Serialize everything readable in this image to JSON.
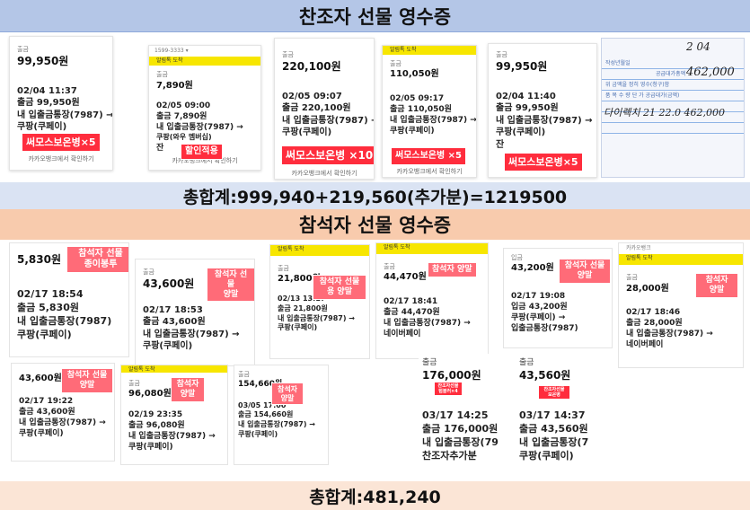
{
  "title_sponsor": "찬조자 선물 영수증",
  "total_sponsor": "총합계:999,940+219,560(추가분)=1219500",
  "title_attendee": "참석자 선물 영수증",
  "total_attendee": "총합계:481,240",
  "sponsor_receipts": [
    {
      "amount_label": "출금",
      "amount": "99,950원",
      "lines": [
        "02/04 11:37",
        "출금 99,950원",
        "내 입출금통장(7987) →",
        "쿠팡(쿠페이)"
      ],
      "sticker": "써모스보온병×5",
      "footer": "카카오뱅크에서 확인하기"
    },
    {
      "topbar": "1599-3333 ▾",
      "tab": "알림톡 도착",
      "amount_label": "출금",
      "amount": "7,890원",
      "lines": [
        "02/05 09:00",
        "출금 7,890원",
        "내 입출금통장(7987) →",
        "쿠팡(와우 멤버십)",
        "잔"
      ],
      "sticker": "할인적용",
      "footer": "카카오뱅크에서 확인하기"
    },
    {
      "amount_label": "출금",
      "amount": "220,100원",
      "lines": [
        "02/05 09:07",
        "출금 220,100원",
        "내 입출금통장(7987) →",
        "쿠팡(쿠페이)"
      ],
      "sticker": "써모스보온병 ×10",
      "footer": "카카오뱅크에서 확인하기"
    },
    {
      "tab": "알림톡 도착",
      "amount_label": "출금",
      "amount": "110,050원",
      "lines": [
        "02/05 09:17",
        "출금 110,050원",
        "내 입출금통장(7987) →",
        "쿠팡(쿠페이)"
      ],
      "sticker": "써모스보온병 ×5",
      "footer": "카카오뱅크에서 확인하기"
    },
    {
      "amount_label": "출금",
      "amount": "99,950원",
      "lines": [
        "02/04 11:40",
        "출금 99,950원",
        "내 입출금통장(7987) →",
        "쿠팡(쿠페이)",
        "잔"
      ],
      "sticker": "써모스보온병×5"
    }
  ],
  "handwritten": {
    "rows": [
      "작성년월일",
      "공급대가총액",
      "위 금액을 정히 영수(청구)함",
      "품 목  수 량  단 가  공급대가(금액)"
    ],
    "ink": [
      "2 04",
      "462,000",
      "다이렉치 21 22.0 462,000"
    ]
  },
  "attendee_receipts": [
    {
      "amount": "5,830원",
      "lines": [
        "02/17 18:54",
        "출금 5,830원",
        "내 입출금통장(7987)",
        "쿠팡(쿠페이)"
      ],
      "sticker": "참석자 선물\n종이봉투"
    },
    {
      "amount_label": "출금",
      "amount": "43,600원",
      "lines": [
        "02/17 18:53",
        "출금 43,600원",
        "내 입출금통장(7987) →",
        "쿠팡(쿠페이)"
      ],
      "sticker": "참석자 선물\n양말"
    },
    {
      "tab": "알림톡 도착",
      "amount_label": "출금",
      "amount": "21,800원",
      "lines": [
        "02/13 13:17",
        "출금 21,800원",
        "내 입출금통장(7987) →",
        "쿠팡(쿠페이)"
      ],
      "sticker": "참석자 선물\n용 양말"
    },
    {
      "tab": "알림톡 도착",
      "amount_label": "출금",
      "amount": "44,470원",
      "lines": [
        "02/17 18:41",
        "출금 44,470원",
        "내 입출금통장(7987) →",
        "네이버페이"
      ],
      "sticker": "참석자 양말"
    },
    {
      "amount_label": "입금",
      "amount": "43,200원",
      "lines": [
        "02/17 19:08",
        "입금 43,200원",
        "쿠팡(쿠페이) →",
        "입출금통장(7987)"
      ],
      "sticker": "참석자 선물\n양말"
    },
    {
      "topbar": "카카오뱅크",
      "tab": "알림톡 도착",
      "amount_label": "출금",
      "amount": "28,000원",
      "lines": [
        "02/17 18:46",
        "출금 28,000원",
        "내 입출금통장(7987) →",
        "네이버페이"
      ],
      "sticker": "참석자\n양말"
    },
    {
      "amount": "43,600원",
      "lines": [
        "02/17 19:22",
        "출금 43,600원",
        "내 입출금통장(7987) →",
        "쿠팡(쿠페이)"
      ],
      "sticker": "참석자 선물\n양말"
    },
    {
      "tab": "알림톡 도착",
      "amount_label": "출금",
      "amount": "96,080원",
      "lines": [
        "02/19 23:35",
        "출금 96,080원",
        "내 입출금통장(7987) →",
        "쿠팡(쿠페이)"
      ],
      "sticker": "참석자\n양말"
    },
    {
      "amount_label": "출금",
      "amount": "154,660원",
      "lines": [
        "03/05 17:00",
        "출금 154,660원",
        "내 입출금통장(7987) →",
        "쿠팡(쿠페이)"
      ],
      "sticker": "참석자\n양말"
    },
    {
      "amount_label": "출금",
      "amount": "176,000원",
      "lines": [
        "03/17 14:25",
        "출금 176,000원",
        "내 입출금통장(79",
        "찬조자추가분"
      ],
      "sticker": "찬조자선물\n텀블러×4"
    },
    {
      "amount_label": "출금",
      "amount": "43,560원",
      "lines": [
        "03/17 14:37",
        "출금 43,560원",
        "내 입출금통장(7",
        "쿠팡(쿠페이)"
      ],
      "sticker": "찬조자선물\n보온병"
    }
  ]
}
